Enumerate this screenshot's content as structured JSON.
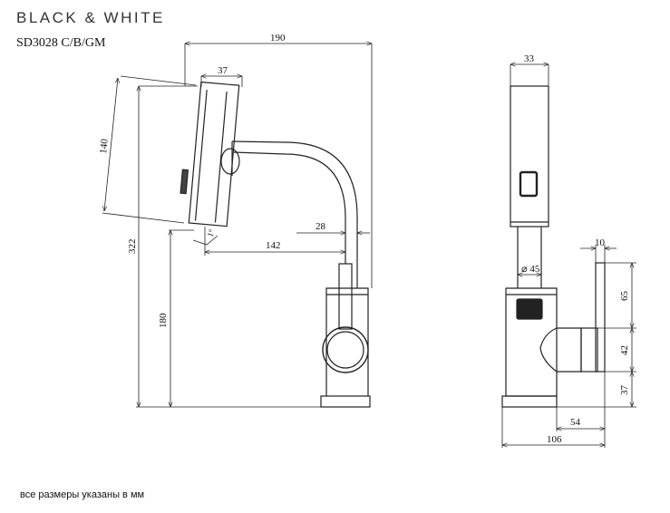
{
  "header": {
    "brand": "BLACK & WHITE",
    "model": "SD3028 C/B/GM"
  },
  "dimensions": {
    "total_length": "190",
    "head_width": "37",
    "head_length": "140",
    "total_height": "322",
    "spout_reach": "142",
    "spout_offset": "28",
    "body_height": "180",
    "angle_marker": "1°",
    "side_width": "33",
    "body_diameter": "⌀ 45",
    "lever_width": "10",
    "upper_height": "65",
    "mid_height": "42",
    "base_height": "37",
    "base_depth_inner": "54",
    "base_depth": "106"
  },
  "footer": {
    "note": "все размеры указаны в мм"
  }
}
